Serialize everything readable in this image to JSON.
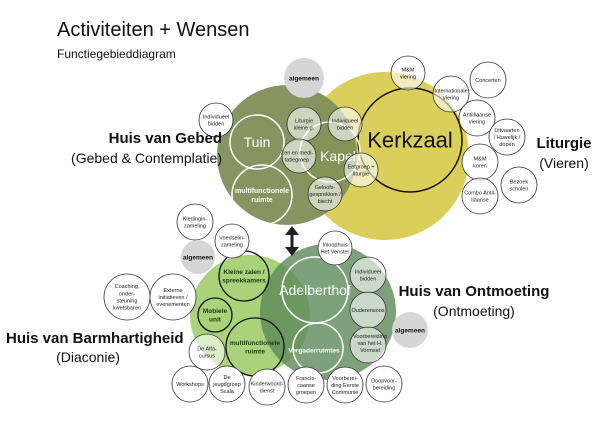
{
  "title": "Activiteiten + Wensen",
  "subtitle": "Functiegebieddiagram",
  "colors": {
    "gebed": "#7f8f57",
    "kapel": "#6e7f45",
    "liturgie": "#d9cf5a",
    "barmhartigheid": "#a9d27a",
    "ontmoeting_dark": "#5c8a5a",
    "ontmoeting_gray": "#7d9882",
    "algemeen": "#d6d6d6"
  },
  "groups": {
    "gebed": {
      "title": "Huis van Gebed",
      "subtitle": "(Gebed & Contemplatie)"
    },
    "liturgie": {
      "title": "Liturgie",
      "subtitle": "(Vieren)"
    },
    "ontmoeting": {
      "title": "Huis van Ontmoeting",
      "subtitle": "(Ontmoeting)"
    },
    "barmhartigheid": {
      "title": "Huis van Barmhartigheid",
      "subtitle": "(Diaconie)"
    }
  },
  "nodes": {
    "kerkzaal": [
      "Kerkzaal"
    ],
    "tuin": [
      "Tuin"
    ],
    "kapel": [
      "Kapel"
    ],
    "multi_top": [
      "multifunctionele",
      "ruimte"
    ],
    "liturgie_kleine": [
      "Liturgie",
      "kleine g."
    ],
    "ind_bidden_kapel": [
      "Individueel",
      "bidden"
    ],
    "zen": [
      "Zen en medi-",
      "tatiegroep"
    ],
    "eetgroep": [
      "Eetgroep +",
      "liturgie"
    ],
    "geloofs": [
      "Geloofs-",
      "gesprekken /",
      "biecht"
    ],
    "algemeen_top": [
      "algemeen"
    ],
    "ind_bidden_out": [
      "Individueel",
      "bidden"
    ],
    "mm_viering": [
      "M&M",
      "viering"
    ],
    "internationale": [
      "Internationale",
      "viering"
    ],
    "concerten": [
      "Concerten"
    ],
    "antilliaanse": [
      "Antilliaanse",
      "viering"
    ],
    "uitvaarten": [
      "Uitvaarten",
      "/ Huwelijk /",
      "dopen"
    ],
    "mm_koren": [
      "M&M",
      "koren"
    ],
    "bezoek": [
      "Bezoek",
      "scholen"
    ],
    "combo": [
      "Combo Antil-",
      "liaanse"
    ],
    "adelberthof": [
      "Adelberthof"
    ],
    "vergader": [
      "Vergaderruimtes"
    ],
    "kleine_zalen": [
      "Kleine zalen /",
      "spreekkamers"
    ],
    "mobiele": [
      "Mobiele",
      "unit"
    ],
    "multi_bottom": [
      "multifunctionele",
      "ruimte"
    ],
    "kleding": [
      "Kledingin-",
      "zameling"
    ],
    "voedsel": [
      "Voedselin-",
      "zameling"
    ],
    "algemeen_left": [
      "algemeen"
    ],
    "coaching": [
      "Coaching,",
      "onder-",
      "steuning",
      "kwetsbaren"
    ],
    "externe": [
      "Externe",
      "initiatieven /",
      "evenementen"
    ],
    "alfa": [
      "De Alfa-",
      "cursus"
    ],
    "workshops": [
      "Workshops"
    ],
    "scala": [
      "De",
      "jeugdgroep",
      "Scala"
    ],
    "kinderwoord": [
      "Kinderwoord-",
      "dienst"
    ],
    "inloophuis": [
      "Inloophuis",
      "Het Venster"
    ],
    "ind_bidden_adel": [
      "Individueel",
      "bidden"
    ],
    "ouderensoos": [
      "Ouderensoos"
    ],
    "vormsel": [
      "Voorbereiding",
      "van het H.",
      "Vormsel"
    ],
    "francis": [
      "Francis-",
      "caanse",
      "groepen"
    ],
    "communie": [
      "Voorberei-",
      "ding Eerste",
      "Communie"
    ],
    "doop": [
      "Doopvoor-",
      "bereiding"
    ],
    "algemeen_right": [
      "algemeen"
    ]
  }
}
